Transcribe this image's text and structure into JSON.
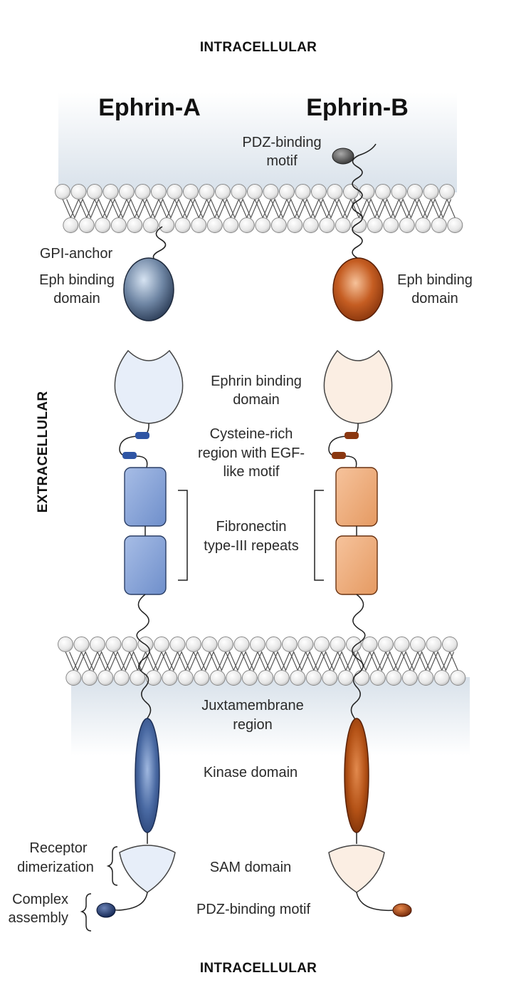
{
  "regions": {
    "top": "INTRACELLULAR",
    "middle": "EXTRACELLULAR",
    "bottom": "INTRACELLULAR"
  },
  "ligands": {
    "a_title": "Ephrin-A",
    "b_title": "Ephrin-B"
  },
  "labels": {
    "pdz_top_1": "PDZ-binding",
    "pdz_top_2": "motif",
    "gpi": "GPI-anchor",
    "eph_a_1": "Eph binding",
    "eph_a_2": "domain",
    "eph_b_1": "Eph binding",
    "eph_b_2": "domain",
    "ephrin_bd_1": "Ephrin binding",
    "ephrin_bd_2": "domain",
    "cys_1": "Cysteine-rich",
    "cys_2": "region with EGF-",
    "cys_3": "like motif",
    "fn_1": "Fibronectin",
    "fn_2": "type-III repeats",
    "jm_1": "Juxtamembrane",
    "jm_2": "region",
    "kinase": "Kinase domain",
    "sam": "SAM domain",
    "pdz_bottom": "PDZ-binding motif",
    "rd_1": "Receptor",
    "rd_2": "dimerization",
    "ca_1": "Complex",
    "ca_2": "assembly"
  },
  "colors": {
    "a_dark": "#3c5a86",
    "a_mid": "#8aa7d6",
    "a_light": "#e7eef9",
    "b_dark": "#9c3d0f",
    "b_mid": "#e8a878",
    "b_light": "#fbeee3",
    "membrane_bead": "#f2f2f2",
    "intracellular_band": "#dfe7ef"
  }
}
